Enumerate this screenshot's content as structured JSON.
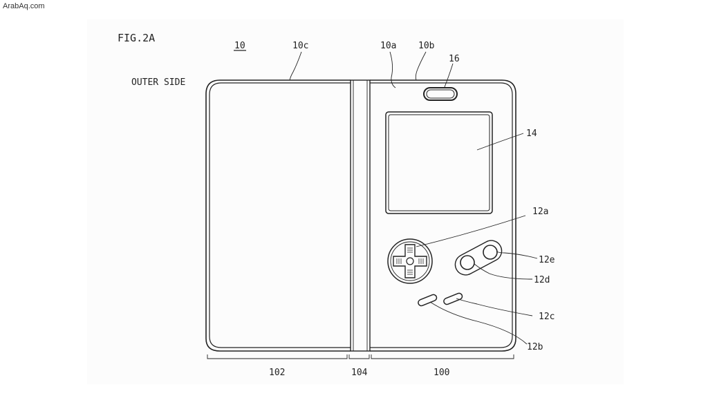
{
  "watermark": "ArabAq.com",
  "figure": {
    "fig_label": "FIG.2A",
    "side_label": "OUTER SIDE",
    "refs": {
      "device": "10",
      "r10a": "10a",
      "r10b": "10b",
      "r10c": "10c",
      "r16": "16",
      "r14": "14",
      "r12a": "12a",
      "r12b": "12b",
      "r12c": "12c",
      "r12d": "12d",
      "r12e": "12e",
      "r100": "100",
      "r102": "102",
      "r104": "104"
    }
  }
}
